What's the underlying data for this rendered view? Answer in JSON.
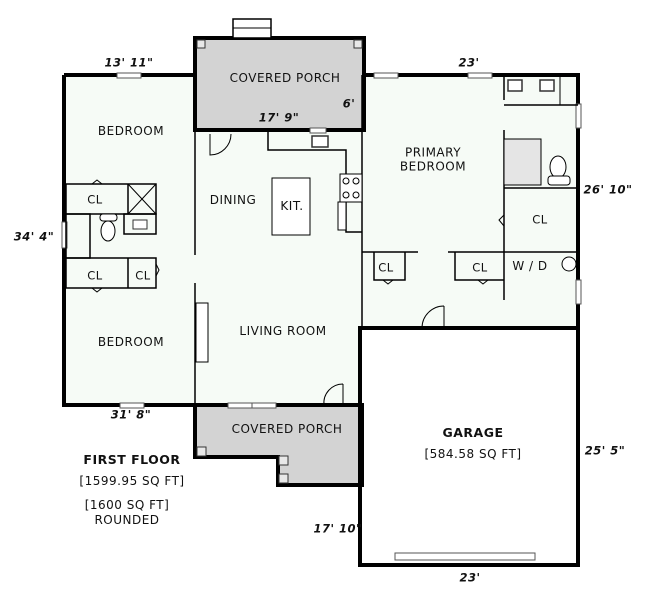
{
  "floor_plan": {
    "rooms": {
      "porch_top": "COVERED PORCH",
      "bedroom_top": "BEDROOM",
      "dining": "DINING",
      "kitchen": "KIT.",
      "primary_bedroom": "PRIMARY BEDROOM",
      "living_room": "LIVING ROOM",
      "bedroom_bottom": "BEDROOM",
      "porch_bottom": "COVERED PORCH",
      "garage": "GARAGE",
      "laundry": "W / D"
    },
    "closets": [
      "CL",
      "CL",
      "CL",
      "CL",
      "CL",
      "CL"
    ],
    "dimensions": {
      "left_top_width": "13' 11\"",
      "porch_top_width": "17' 9\"",
      "porch_top_depth": "6'",
      "right_top_width": "23'",
      "left_height": "34' 4\"",
      "right_upper_height": "26' 10\"",
      "bottom_left_width": "31' 8\"",
      "garage_height": "25' 5\"",
      "porch_bottom_height": "17' 10\"",
      "garage_width": "23'"
    },
    "summary": {
      "title": "FIRST FLOOR",
      "exact_area": "[1599.95 SQ FT]",
      "rounded_area": "[1600 SQ FT]",
      "rounded_note": "ROUNDED"
    },
    "garage_area": "[584.58 SQ FT]",
    "colors": {
      "wall": "#000000",
      "floor": "#f6fbf6",
      "porch": "#d3d3d3",
      "garage_floor": "#ffffff"
    }
  }
}
